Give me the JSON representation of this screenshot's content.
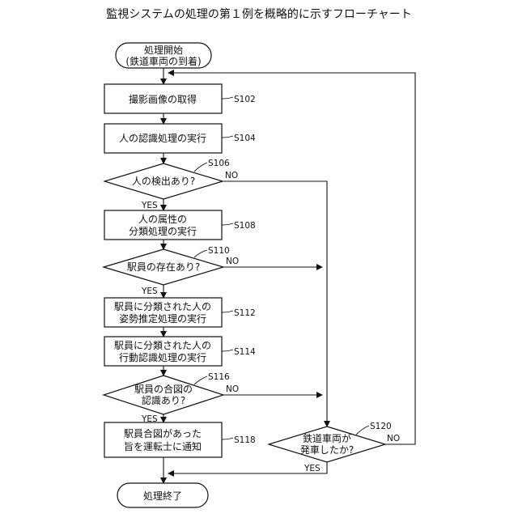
{
  "title": "監視システムの処理の第１例を概略的に示すフローチャート",
  "start": {
    "line1": "処理開始",
    "line2": "(鉄道車両の到着)"
  },
  "end": {
    "label": "処理終了"
  },
  "steps": {
    "s102": {
      "id": "S102",
      "lines": [
        "撮影画像の取得"
      ]
    },
    "s104": {
      "id": "S104",
      "lines": [
        "人の認識処理の実行"
      ]
    },
    "s108": {
      "id": "S108",
      "lines": [
        "人の属性の",
        "分類処理の実行"
      ]
    },
    "s112": {
      "id": "S112",
      "lines": [
        "駅員に分類された人の",
        "姿勢推定処理の実行"
      ]
    },
    "s114": {
      "id": "S114",
      "lines": [
        "駅員に分類された人の",
        "行動認識処理の実行"
      ]
    },
    "s118": {
      "id": "S118",
      "lines": [
        "駅員合図があった",
        "旨を運転士に通知"
      ]
    }
  },
  "decisions": {
    "s106": {
      "id": "S106",
      "lines": [
        "人の検出あり?"
      ],
      "yes": "YES",
      "no": "NO"
    },
    "s110": {
      "id": "S110",
      "lines": [
        "駅員の存在あり?"
      ],
      "yes": "YES",
      "no": "NO"
    },
    "s116": {
      "id": "S116",
      "lines": [
        "駅員の合図の",
        "認識あり?"
      ],
      "yes": "YES",
      "no": "NO"
    },
    "s120": {
      "id": "S120",
      "lines": [
        "鉄道車両が",
        "発車したか?"
      ],
      "yes": "YES",
      "no": "NO"
    }
  }
}
